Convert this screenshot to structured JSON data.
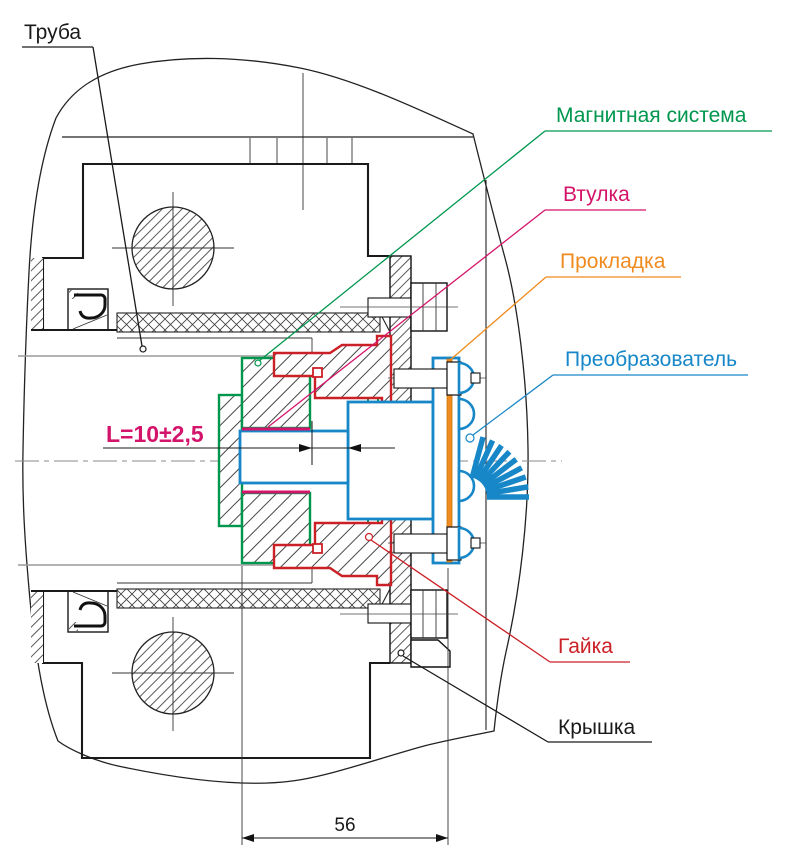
{
  "drawing": {
    "labels": {
      "pipe": "Труба",
      "magnetic_system": "Магнитная система",
      "bushing": "Втулка",
      "gasket": "Прокладка",
      "transducer": "Преобразователь",
      "nut": "Гайка",
      "cover": "Крышка"
    },
    "dimensions": {
      "clearance": "L=10±2,5",
      "mount_depth": "56"
    },
    "colors": {
      "magnetic_system": "#00964d",
      "bushing": "#d4146a",
      "gasket": "#ef8b1f",
      "transducer": "#1787c8",
      "nut": "#cb2026",
      "line": "#1a1a1a"
    }
  }
}
